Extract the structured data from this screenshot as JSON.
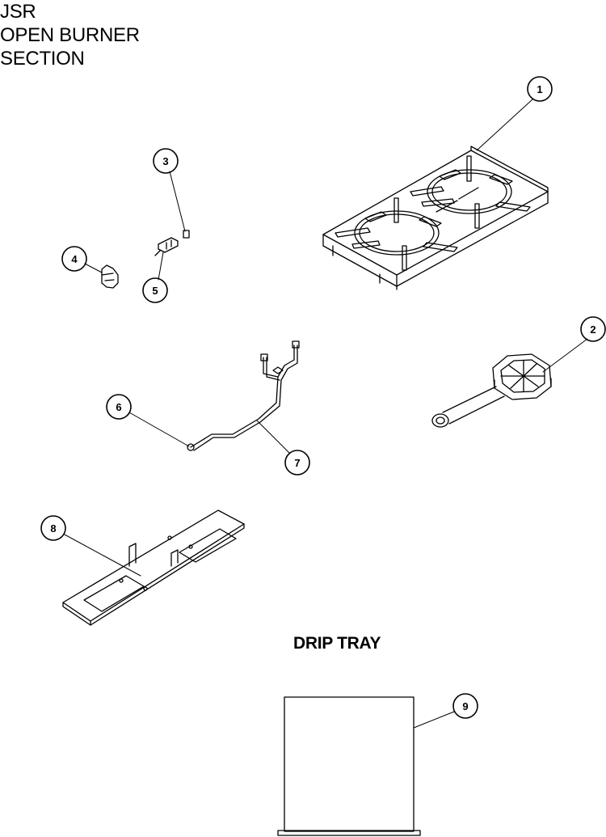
{
  "title": {
    "line1": "JSR",
    "line2": "OPEN BURNER",
    "line3": "SECTION"
  },
  "drip_tray_label": "DRIP TRAY",
  "callouts": [
    "1",
    "2",
    "3",
    "4",
    "5",
    "6",
    "7",
    "8",
    "9"
  ],
  "colors": {
    "line": "#000000",
    "background": "#ffffff"
  }
}
